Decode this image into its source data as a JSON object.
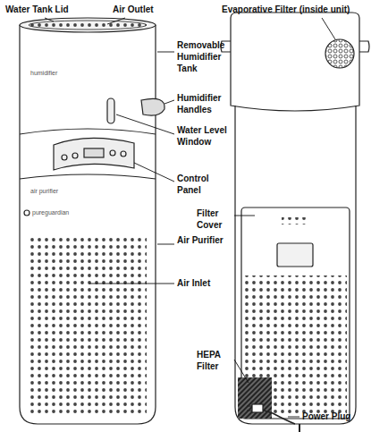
{
  "diagram": {
    "labels": [
      "Water Tank Lid",
      "Air Outlet",
      "Evaporative Filter (inside unit)",
      "Removable Humidifier Tank",
      "Humidifier Handles",
      "Water Level Window",
      "Control Panel",
      "Filter Cover",
      "Air Purifier",
      "Air Inlet",
      "HEPA Filter",
      "Power Plug",
      "humidifier",
      "air purifier",
      "pureguardian"
    ]
  }
}
